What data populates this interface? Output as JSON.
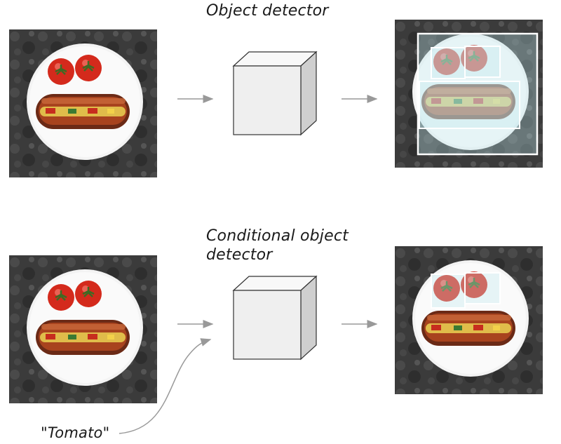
{
  "rows": [
    {
      "title_lines": [
        "Object detector"
      ],
      "detections": [
        "tomato",
        "tomato",
        "hot dog",
        "plate"
      ]
    },
    {
      "title_lines": [
        "Conditional object",
        "detector"
      ],
      "prompt": "\"Tomato\"",
      "detections": [
        "tomato",
        "tomato"
      ]
    }
  ],
  "colors": {
    "box_outline": "#ffffff",
    "box_fill": "#bfe9ee",
    "arrow": "#999999",
    "cube_front": "#efefef",
    "cube_side": "#cfcfcf",
    "cube_top": "#f8f8f8",
    "background_texture": "#3a3a3a",
    "plate": "#f3f3f3",
    "tomato": "#d42a1c",
    "sausage": "#a8431e"
  }
}
